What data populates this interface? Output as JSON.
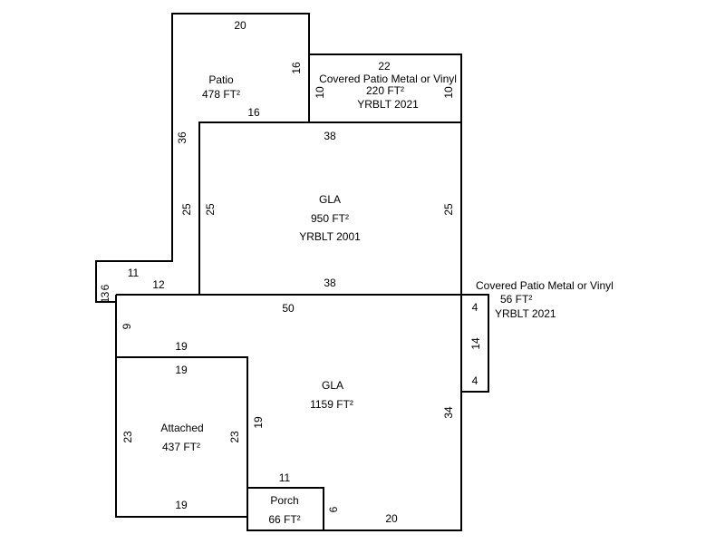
{
  "areas": {
    "patio": {
      "name": "Patio",
      "area": "478 FT²"
    },
    "covered_patio_top": {
      "name": "Covered Patio Metal or Vinyl",
      "area": "220 FT²",
      "year": "YRBLT 2021"
    },
    "gla_upper": {
      "name": "GLA",
      "area": "950 FT²",
      "year": "YRBLT 2001"
    },
    "covered_patio_right": {
      "name": "Covered Patio Metal or Vinyl",
      "area": "56 FT²",
      "year": "YRBLT 2021"
    },
    "gla_lower": {
      "name": "GLA",
      "area": "1159 FT²"
    },
    "attached": {
      "name": "Attached",
      "area": "437 FT²"
    },
    "porch": {
      "name": "Porch",
      "area": "66 FT²"
    }
  },
  "dims": {
    "patio_top": "20",
    "patio_right": "16",
    "patio_bottom": "16",
    "patio_left": "36",
    "cp_top": "22",
    "cp_left": "10",
    "cp_right": "10",
    "gla_top": "38",
    "gla_left_outer": "25",
    "gla_left": "25",
    "gla_right": "25",
    "gla_bottom": "38",
    "step_top": "11",
    "step_bottom": "12",
    "step_a": "6",
    "step_b": "3",
    "step_c": "1",
    "low_top": "50",
    "low_left": "9",
    "low_mid": "19",
    "att_top": "19",
    "att_left": "23",
    "att_right": "23",
    "att_bottom": "19",
    "low_inner": "19",
    "low_right": "34",
    "porch_top": "11",
    "porch_right": "6",
    "low_bottom": "20",
    "rp_a": "4",
    "rp_b": "14",
    "rp_c": "4"
  }
}
